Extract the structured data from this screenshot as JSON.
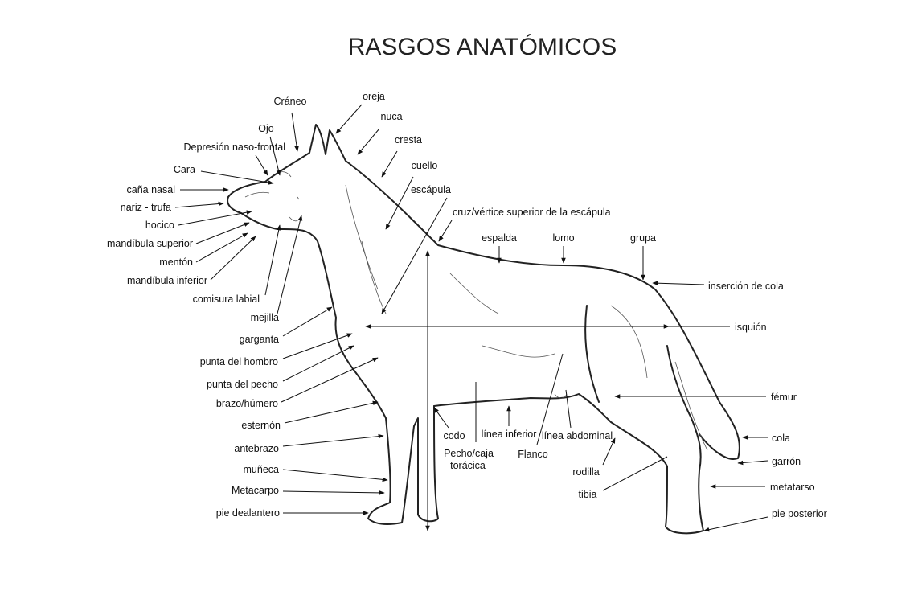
{
  "title": "RASGOS ANATÓMICOS",
  "labels": {
    "craneo": "Cráneo",
    "oreja": "oreja",
    "nuca": "nuca",
    "cresta": "cresta",
    "cuello": "cuello",
    "escapula": "escápula",
    "cruz": "cruz/vértice superior de la escápula",
    "espalda": "espalda",
    "lomo": "lomo",
    "grupa": "grupa",
    "insercion_cola": "inserción de cola",
    "isquion": "isquión",
    "femur": "fémur",
    "cola": "cola",
    "garron": "garrón",
    "metatarso": "metatarso",
    "pie_posterior": "pie posterior",
    "ojo": "Ojo",
    "depresion": "Depresión naso-frontal",
    "cara": "Cara",
    "cana_nasal": "caña nasal",
    "nariz": "nariz - trufa",
    "hocico": "hocico",
    "mandibula_superior": "mandíbula superior",
    "menton": "mentón",
    "mandibula_inferior": "mandíbula inferior",
    "comisura": "comisura labial",
    "mejilla": "mejilla",
    "garganta": "garganta",
    "punta_hombro": "punta del hombro",
    "punta_pecho": "punta del pecho",
    "brazo": "brazo/húmero",
    "esternon": "esternón",
    "antebrazo": "antebrazo",
    "muneca": "muñeca",
    "metacarpo": "Metacarpo",
    "pie_delantero": "pie dealantero",
    "codo": "codo",
    "pecho_1": "Pecho/caja",
    "pecho_2": "torácica",
    "linea_inferior": "línea inferior",
    "flanco": "Flanco",
    "linea_abdominal": "línea abdominal",
    "rodilla": "rodilla",
    "tibia": "tibia"
  }
}
